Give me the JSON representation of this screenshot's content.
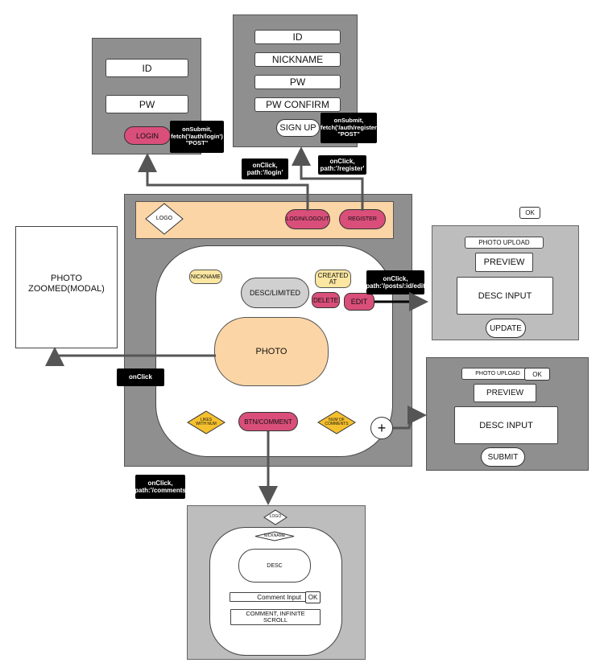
{
  "login_screen": {
    "id_field": "ID",
    "pw_field": "PW",
    "login_button": "LOGIN",
    "submit_note": "onSubmit,\nfetch('/auth/login')\n\"POST\""
  },
  "signup_screen": {
    "id_field": "ID",
    "nickname_field": "NICKNAME",
    "pw_field": "PW",
    "pw_confirm_field": "PW CONFIRM",
    "signup_button": "SIGN UP",
    "submit_note": "onSubmit,\nfetch('/auth/register\n\"POST\""
  },
  "notes": {
    "login_click": "onClick,\npath:'/login'",
    "register_click": "onClick,\npath:'/register'",
    "edit_click": "onClick,\npath:'/posts/:id/edit",
    "photo_click": "onClick",
    "comments_click": "onClick,\npath:'/comments"
  },
  "main": {
    "logo": "LOGO",
    "login_logout": "LOGIN/LOGOUT",
    "register": "REGISTER",
    "nickname": "NICKNAME",
    "desc_limited": "DESC/LIMITED",
    "created_at": "CREATED\nAT",
    "delete": "DELETE",
    "edit": "EDIT",
    "photo": "PHOTO",
    "likes": "LIKES\nWITH NUM",
    "btn_comment": "BTN/COMMENT",
    "num_comments": "NUM OF\nCOMMENTS",
    "plus": "+"
  },
  "photo_modal": {
    "text": "PHOTO\nZOOMED(MODAL)"
  },
  "edit_screen": {
    "ok": "OK",
    "photo_upload": "PHOTO UPLOAD",
    "preview": "PREVIEW",
    "desc_input": "DESC INPUT",
    "update": "UPDATE"
  },
  "new_post_screen": {
    "photo_upload": "PHOTO UPLOAD",
    "ok": "OK",
    "preview": "PREVIEW",
    "desc_input": "DESC INPUT",
    "submit": "SUBMIT"
  },
  "comments_screen": {
    "logo": "LOGO",
    "nickname": "NICKNAME",
    "desc": "DESC",
    "comment_input": "Comment Input",
    "ok": "OK",
    "comment_list": "COMMENT, INFINITE\nSCROLL"
  }
}
